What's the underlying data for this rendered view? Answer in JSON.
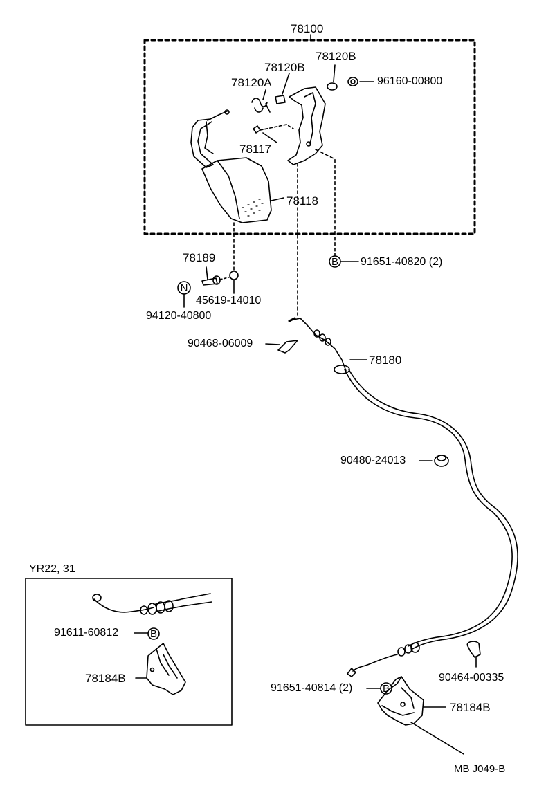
{
  "labels": {
    "assembly": "78100",
    "p78120B_top": "78120B",
    "p78120B_left": "78120B",
    "p78120A": "78120A",
    "p96160": "96160-00800",
    "p78117": "78117",
    "p78118": "78118",
    "p78189": "78189",
    "p91651_40820": "91651-40820 (2)",
    "p45619": "45619-14010",
    "p94120": "94120-40800",
    "p90468": "90468-06009",
    "p78180": "78180",
    "p90480": "90480-24013",
    "p90464": "90464-00335",
    "p91651_40814": "91651-40814 (2)",
    "p78184B": "78184B",
    "inset_title": "YR22, 31",
    "inset_91611": "91611-60812",
    "inset_78184B": "78184B",
    "code": "MB J049-B",
    "badge_b": "B",
    "badge_n": "N"
  }
}
